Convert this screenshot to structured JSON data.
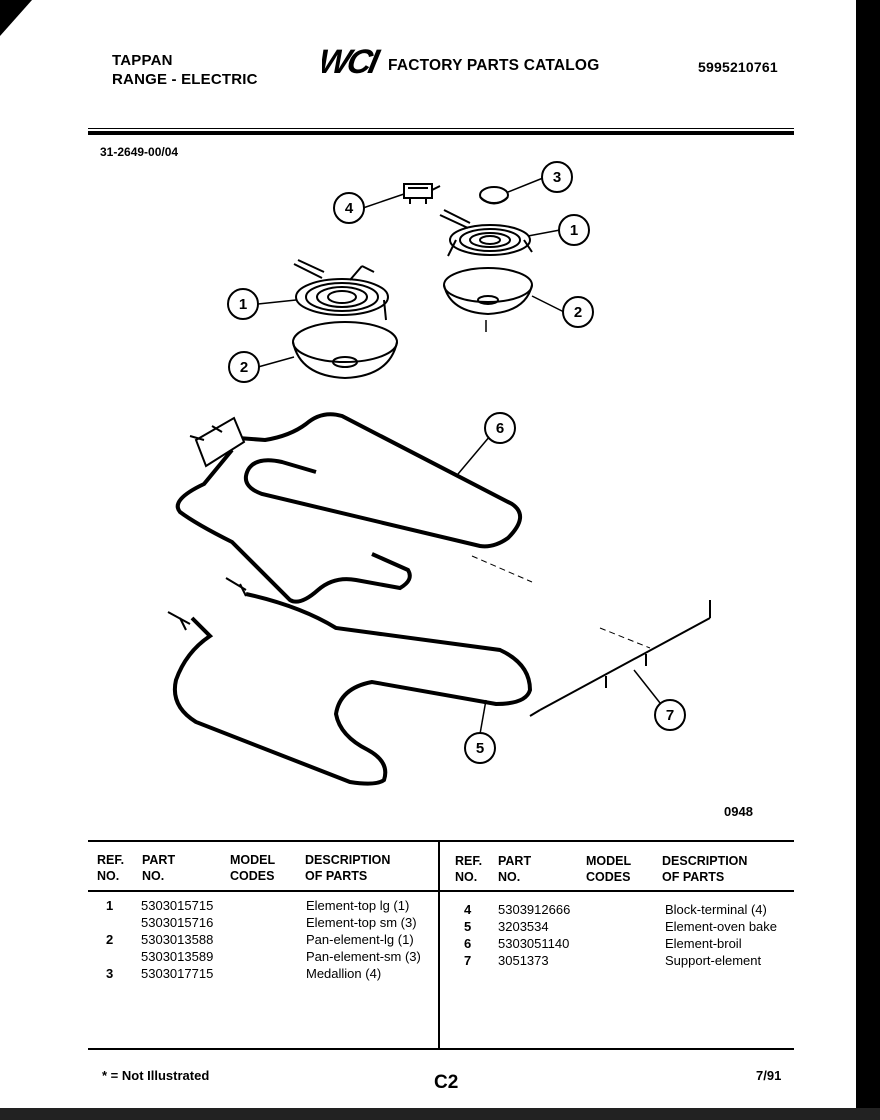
{
  "header": {
    "brand": "TAPPAN",
    "product": "RANGE - ELECTRIC",
    "logo_text": "WCI",
    "catalog_title": "FACTORY PARTS CATALOG",
    "catalog_number": "5995210761",
    "model_number": "31-2649-00/04"
  },
  "diagram": {
    "callouts": [
      "1",
      "1",
      "2",
      "2",
      "3",
      "4",
      "5",
      "6",
      "7"
    ],
    "figure_id": "0948"
  },
  "table": {
    "left_headers": {
      "ref": "REF.\nNO.",
      "part": "PART\nNO.",
      "model": "MODEL\nCODES",
      "desc": "DESCRIPTION\nOF PARTS"
    },
    "right_headers": {
      "ref": "REF.\nNO.",
      "part": "PART\nNO.",
      "model": "MODEL\nCODES",
      "desc": "DESCRIPTION\nOF PARTS"
    },
    "left_rows": [
      {
        "ref": "1",
        "part": "5303015715",
        "desc": "Element-top lg (1)"
      },
      {
        "ref": "",
        "part": "5303015716",
        "desc": "Element-top sm (3)"
      },
      {
        "ref": "2",
        "part": "5303013588",
        "desc": "Pan-element-lg (1)"
      },
      {
        "ref": "",
        "part": "5303013589",
        "desc": "Pan-element-sm (3)"
      },
      {
        "ref": "3",
        "part": "5303017715",
        "desc": "Medallion (4)"
      }
    ],
    "right_rows": [
      {
        "ref": "4",
        "part": "5303912666",
        "desc": "Block-terminal (4)"
      },
      {
        "ref": "5",
        "part": "3203534",
        "desc": "Element-oven bake"
      },
      {
        "ref": "6",
        "part": "5303051140",
        "desc": "Element-broil"
      },
      {
        "ref": "7",
        "part": "3051373",
        "desc": "Support-element"
      }
    ]
  },
  "footer": {
    "note": "* = Not Illustrated",
    "page": "C2",
    "date": "7/91"
  }
}
